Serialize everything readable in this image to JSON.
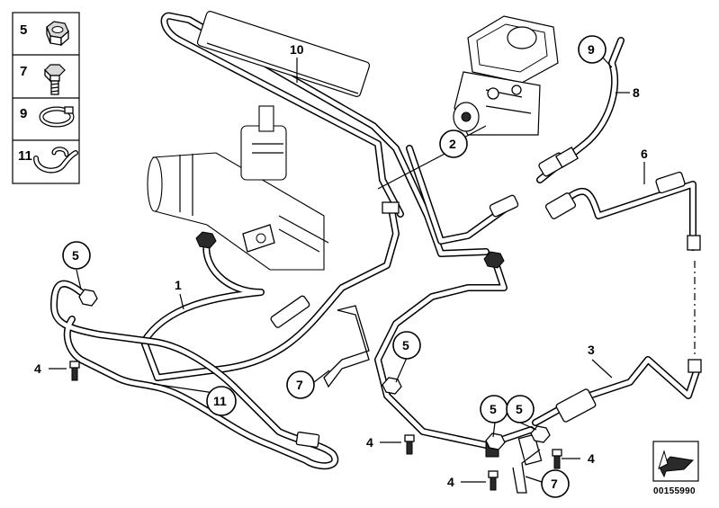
{
  "legend": [
    {
      "number": "5",
      "icon": "hex-nut-icon"
    },
    {
      "number": "7",
      "icon": "hex-bolt-icon"
    },
    {
      "number": "9",
      "icon": "hose-clamp-icon"
    },
    {
      "number": "11",
      "icon": "pipe-clip-icon"
    }
  ],
  "callouts": {
    "c10": "10",
    "c9": "9",
    "c8": "8",
    "c2": "2",
    "c6": "6",
    "c1": "1",
    "c5a": "5",
    "c4a": "4",
    "c11": "11",
    "c7a": "7",
    "c5b": "5",
    "c3": "3",
    "c4b": "4",
    "c5c": "5",
    "c5d": "5",
    "c4c": "4",
    "c4d": "4",
    "c7b": "7"
  },
  "document_id": "00155990"
}
